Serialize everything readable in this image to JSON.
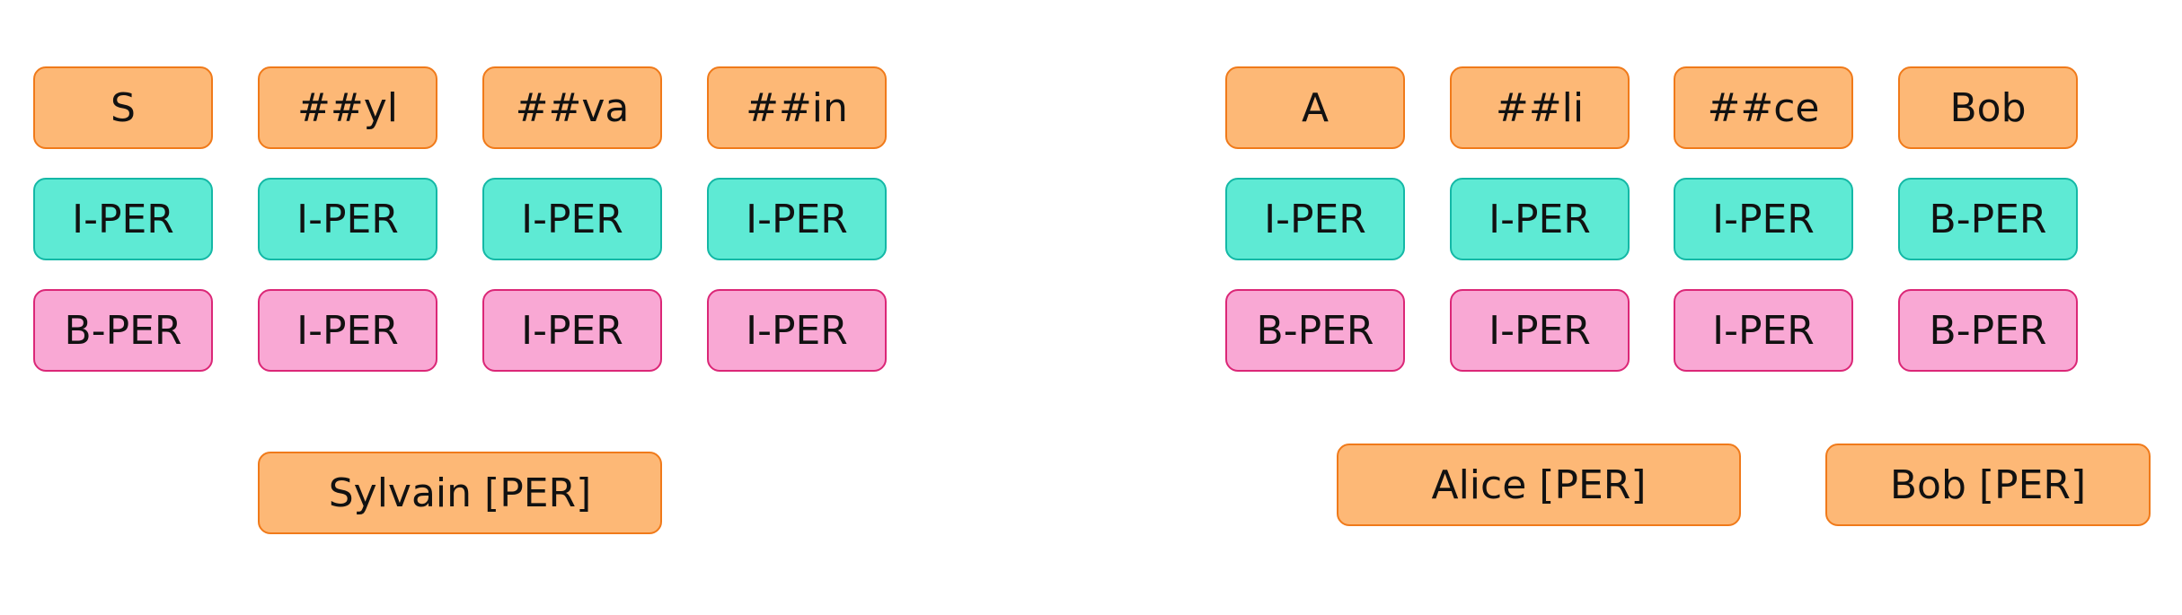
{
  "examples": [
    {
      "tokens": [
        {
          "text": "S",
          "label": "I-PER",
          "prediction": "B-PER"
        },
        {
          "text": "##yl",
          "label": "I-PER",
          "prediction": "I-PER"
        },
        {
          "text": "##va",
          "label": "I-PER",
          "prediction": "I-PER"
        },
        {
          "text": "##in",
          "label": "I-PER",
          "prediction": "I-PER"
        }
      ],
      "entities": [
        "Sylvain [PER]"
      ]
    },
    {
      "tokens": [
        {
          "text": "A",
          "label": "I-PER",
          "prediction": "B-PER"
        },
        {
          "text": "##li",
          "label": "I-PER",
          "prediction": "I-PER"
        },
        {
          "text": "##ce",
          "label": "I-PER",
          "prediction": "I-PER"
        },
        {
          "text": "Bob",
          "label": "B-PER",
          "prediction": "B-PER"
        }
      ],
      "entities": [
        "Alice [PER]",
        "Bob [PER]"
      ]
    }
  ],
  "colors": {
    "token_fill": "#fdb876",
    "token_border": "#f07a1a",
    "label_fill": "#5eead4",
    "label_border": "#14b8a6",
    "prediction_fill": "#f9a8d4",
    "prediction_border": "#db2777"
  }
}
